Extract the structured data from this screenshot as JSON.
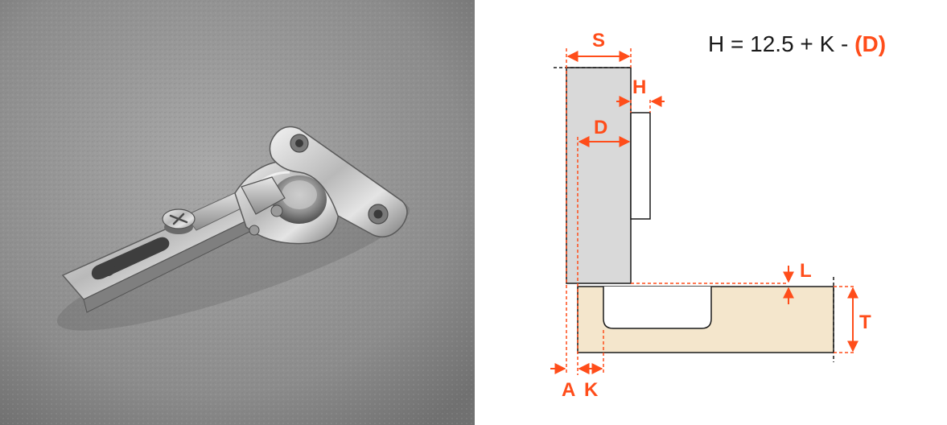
{
  "formula": {
    "lhs": "H",
    "eq": " = ",
    "const": "12.5",
    "plus": " + ",
    "k": "K",
    "minus": " - ",
    "d_highlight": "(D)"
  },
  "labels": {
    "s": "S",
    "h": "H",
    "d": "D",
    "l": "L",
    "t": "T",
    "a": "A",
    "k": "K"
  },
  "colors": {
    "accent": "#ff4d1a",
    "door": "#d9d9d9",
    "panel": "#f4e6cc",
    "outline": "#1a1a1a",
    "photo_bg": "#8d8d8d"
  },
  "icons": {
    "photo": "concealed-hinge-photo"
  }
}
